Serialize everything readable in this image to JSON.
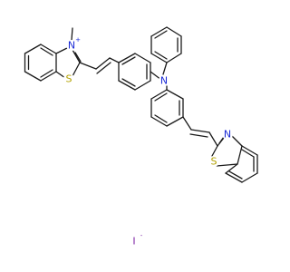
{
  "molecule": {
    "colors": {
      "bond": "#1a1a1a",
      "nitrogen": "#1b2bd6",
      "sulfur": "#b3a100",
      "iodide": "#7a1fa2",
      "carbon_text": "#1a1a1a"
    },
    "labels": {
      "n_cation": "N",
      "n_cation_charge": "+",
      "methyl": "CH3",
      "s_left": "S",
      "n_amine": "N",
      "n_right": "N",
      "s_right": "S",
      "iodide": "I",
      "iodide_charge": "-"
    }
  }
}
